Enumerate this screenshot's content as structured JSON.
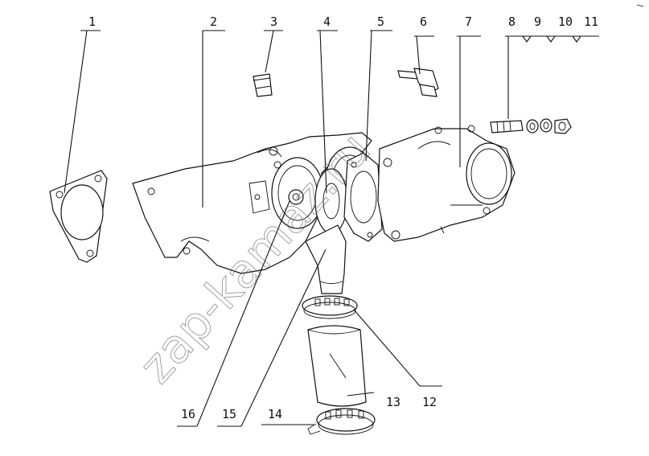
{
  "watermark": "zap-kamaz.ru",
  "callouts": [
    {
      "id": "c1",
      "label": "1"
    },
    {
      "id": "c2",
      "label": "2"
    },
    {
      "id": "c3",
      "label": "3"
    },
    {
      "id": "c4",
      "label": "4"
    },
    {
      "id": "c5",
      "label": "5"
    },
    {
      "id": "c6",
      "label": "6"
    },
    {
      "id": "c7",
      "label": "7"
    },
    {
      "id": "c8",
      "label": "8"
    },
    {
      "id": "c9",
      "label": "9"
    },
    {
      "id": "c10",
      "label": "10"
    },
    {
      "id": "c11",
      "label": "11"
    },
    {
      "id": "c12",
      "label": "12"
    },
    {
      "id": "c13",
      "label": "13"
    },
    {
      "id": "c14",
      "label": "14"
    },
    {
      "id": "c15",
      "label": "15"
    },
    {
      "id": "c16",
      "label": "16"
    }
  ],
  "colors": {
    "line": "#111111",
    "background": "#ffffff",
    "watermark": "#555555"
  }
}
